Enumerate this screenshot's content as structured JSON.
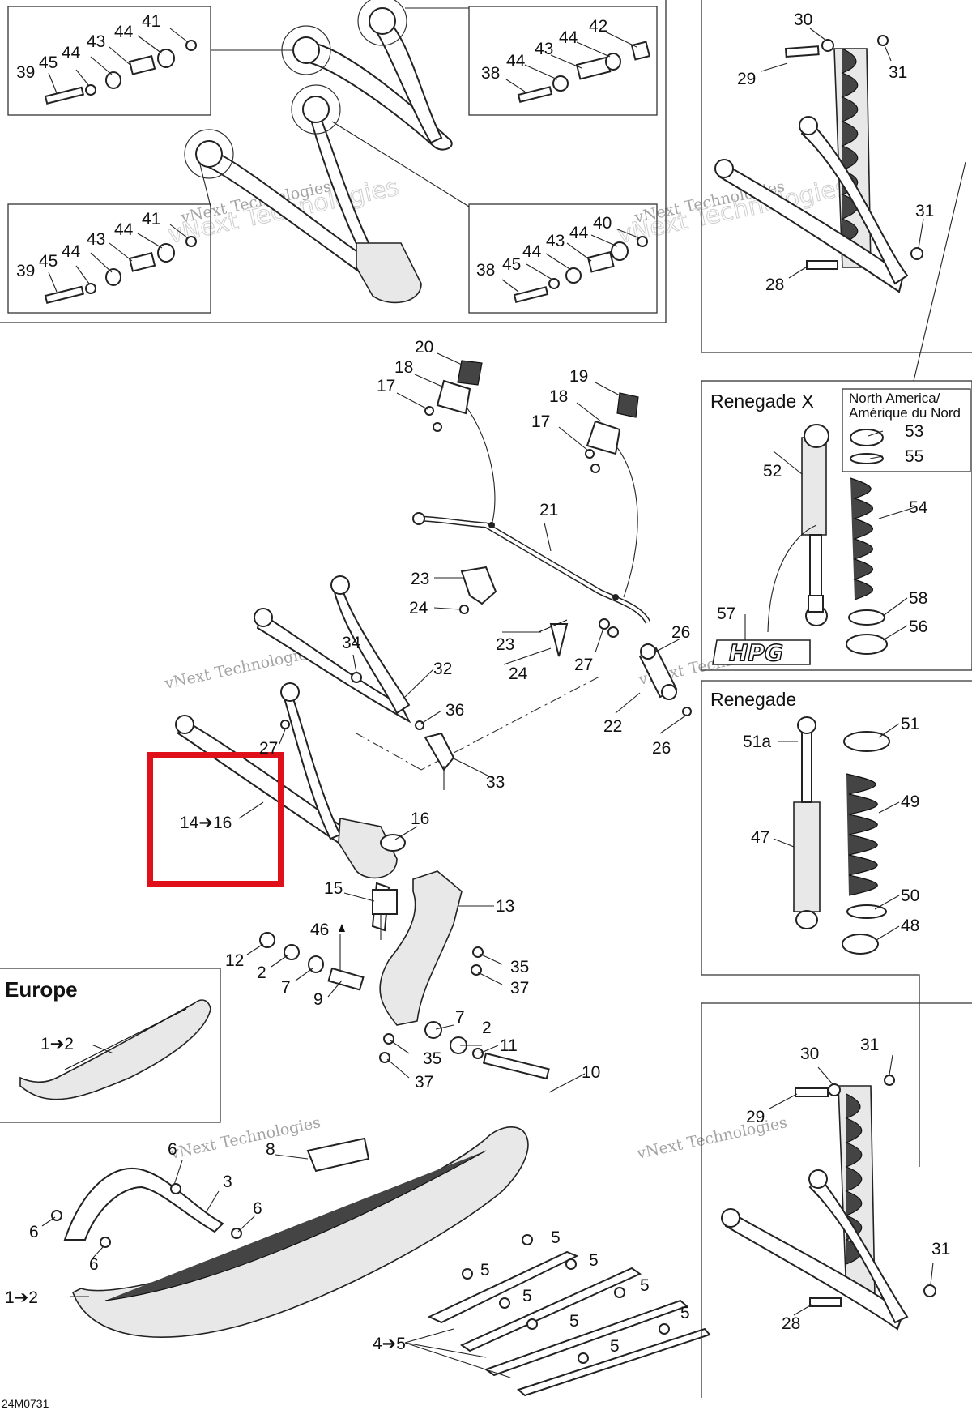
{
  "diagram": {
    "drawing_code": "24M0731",
    "watermark": [
      "vNext Technologies",
      "vNext Technologies",
      "vNext Technologies",
      "vNext Technologies",
      "vNext Technologies",
      "vNext Technologies",
      "vNext Technologies",
      "vNext Technologies"
    ],
    "insets": {
      "renegade_x": "Renegade X",
      "north_america": [
        "North America/",
        "Amérique du Nord"
      ],
      "renegade": "Renegade",
      "europe": "Europe",
      "hpg_logo": "HPG"
    },
    "highlight": {
      "label": "14➔16",
      "color": "#e0101a"
    },
    "callouts": {
      "tl_39": "39",
      "tl_45": "45",
      "tl_44a": "44",
      "tl_43": "43",
      "tl_44b": "44",
      "tl_41": "41",
      "tr_42": "42",
      "tr_44a": "44",
      "tr_43": "43",
      "tr_44b": "44",
      "tr_38": "38",
      "bl_39": "39",
      "bl_45": "45",
      "bl_44a": "44",
      "bl_43": "43",
      "bl_44b": "44",
      "bl_41": "41",
      "br_40": "40",
      "br_44a": "44",
      "br_43": "43",
      "br_44b": "44",
      "br_45": "45",
      "br_38": "38",
      "s1_30": "30",
      "s1_29": "29",
      "s1_31a": "31",
      "s1_31b": "31",
      "s1_28": "28",
      "c20": "20",
      "c18a": "18",
      "c17a": "17",
      "c19": "19",
      "c18b": "18",
      "c17b": "17",
      "c21": "21",
      "c23a": "23",
      "c24a": "24",
      "c23b": "23",
      "c24b": "24",
      "c27a": "27",
      "c26a": "26",
      "c22": "22",
      "c26b": "26",
      "c34": "34",
      "c32": "32",
      "c36": "36",
      "c27b": "27",
      "c33": "33",
      "c16": "16",
      "c15": "15",
      "c13": "13",
      "c46": "46",
      "c12": "12",
      "c2a": "2",
      "c7a": "7",
      "c9": "9",
      "c35a": "35",
      "c37a": "37",
      "c7b": "7",
      "c2b": "2",
      "c11": "11",
      "c35b": "35",
      "c37b": "37",
      "c10": "10",
      "c52": "52",
      "c53": "53",
      "c55": "55",
      "c54": "54",
      "c58": "58",
      "c57": "57",
      "c56": "56",
      "c51a": "51a",
      "c51": "51",
      "c49": "49",
      "c47": "47",
      "c50": "50",
      "c48": "48",
      "eu_12": "1➔2",
      "c6a": "6",
      "c8": "8",
      "c3": "3",
      "c6b": "6",
      "c6c": "6",
      "c6d": "6",
      "c12ski": "1➔2",
      "c5a": "5",
      "c5b": "5",
      "c5c": "5",
      "c5d": "5",
      "c5e": "5",
      "c5f": "5",
      "c5g": "5",
      "c5h": "5",
      "c45": "4➔5",
      "s2_30": "30",
      "s2_31a": "31",
      "s2_29": "29",
      "s2_31b": "31",
      "s2_28": "28"
    }
  }
}
